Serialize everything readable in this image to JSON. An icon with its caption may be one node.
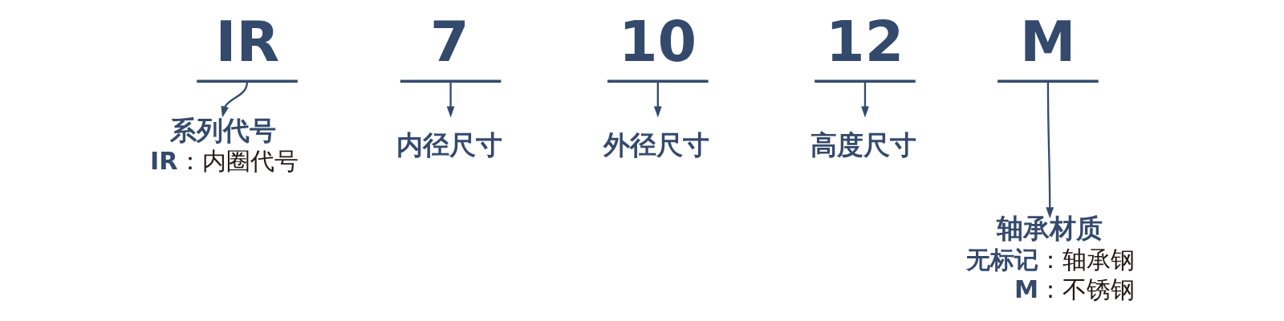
{
  "diagram": {
    "nodes": [
      {
        "text": [
          "IR"
        ]
      },
      {
        "text": [
          "7"
        ]
      },
      {
        "text": [
          "10"
        ]
      },
      {
        "text": [
          "12"
        ]
      },
      {
        "text": [
          "M"
        ]
      },
      {
        "text": [
          "系列代号"
        ],
        "beside": [
          "**IR**：内圈代号"
        ]
      },
      {
        "text": [
          "内径尺寸"
        ]
      },
      {
        "text": [
          "外径尺寸"
        ]
      },
      {
        "text": [
          "高度尺寸"
        ]
      },
      {
        "text": [
          "轴承材质"
        ],
        "beside": [
          "**无标记**：轴承钢",
          "**M**：不锈钢"
        ]
      }
    ],
    "edges": [
      {
        "from": 0,
        "to": 5,
        "arrow": "to"
      },
      {
        "from": 1,
        "to": 6,
        "arrow": "to"
      },
      {
        "from": 2,
        "to": 7,
        "arrow": "to"
      },
      {
        "from": 3,
        "to": 8,
        "arrow": "to"
      },
      {
        "from": 4,
        "to": 9,
        "arrow": "to"
      }
    ]
  }
}
